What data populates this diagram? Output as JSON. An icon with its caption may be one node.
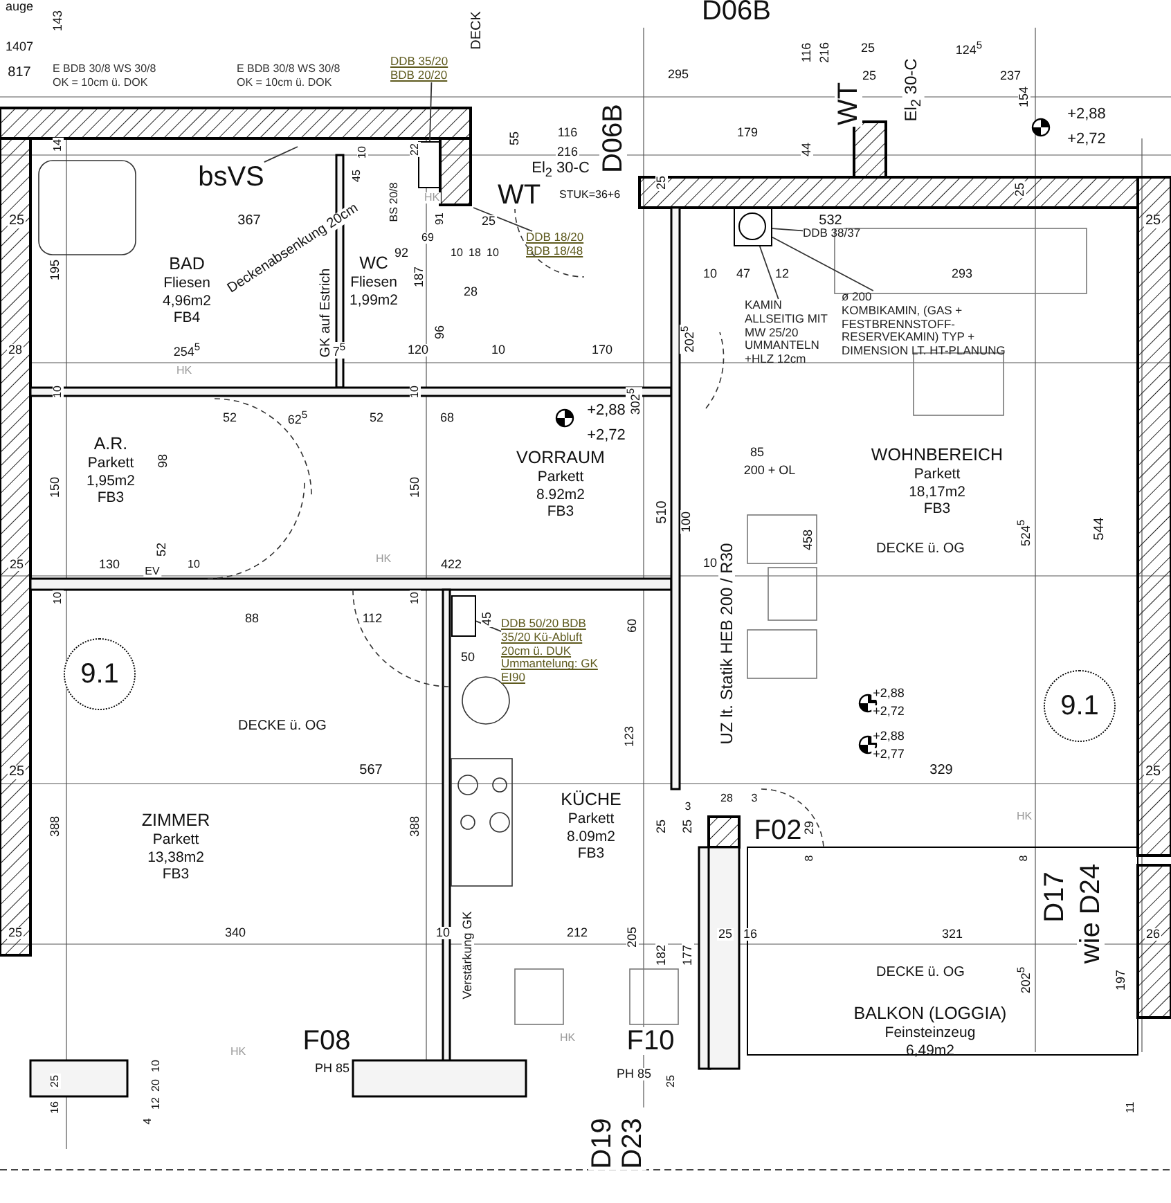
{
  "diagram": {
    "nodes": [
      {
        "text": [
          "DDB 35/20 BDB 20/20"
        ]
      },
      {
        "text": [],
        "shape": "box"
      },
      {
        "text": [
          "bsVS"
        ]
      },
      {
        "text": [
          "BAD",
          "Fliesen",
          "4,96m2",
          "FB4"
        ]
      },
      {
        "text": [
          "WC",
          "Fliesen",
          "1,99m2"
        ]
      },
      {
        "text": [
          "DDB 18/20 BDB 18/48"
        ]
      },
      {
        "text": [],
        "shape": "box"
      },
      {
        "text": [
          "DDB 38/37"
        ]
      },
      {
        "text": [
          "KAMIN ALLSEITIG MIT MW 25/20 UMMANTELN +HLZ 12cm"
        ]
      },
      {
        "text": [
          "ø 200",
          "KOMBIKAMIN, (GAS + FESTBRENNSTOFF-RESERVEKAMIN) TYP + DIMENSION LT. HT-PLANUNG"
        ]
      },
      {
        "text": [
          "A.R.",
          "Parkett",
          "1,95m2",
          "FB3"
        ]
      },
      {
        "text": [
          "VORRAUM",
          "Parkett",
          "8.92m2",
          "FB3"
        ]
      },
      {
        "text": [
          "WOHNBEREICH",
          "Parkett",
          "18,17m2",
          "FB3"
        ]
      },
      {
        "text": [
          "9.1"
        ]
      },
      {
        "text": [],
        "shape": "box"
      },
      {
        "text": [
          "DDB 50/20 BDB 35/20 Kü-Abluft 20cm ü. DUK Ummantelung: GK EI90"
        ]
      },
      {
        "text": [
          "ZIMMER",
          "Parkett",
          "13,38m2",
          "FB3"
        ]
      },
      {
        "text": [
          "KÜCHE",
          "Parkett",
          "8.09m2",
          "FB3"
        ]
      },
      {
        "text": [
          "9.1"
        ]
      },
      {
        "text": [
          "BALKON (LOGGIA)",
          "Feinsteinzeug",
          "6,49m2"
        ]
      }
    ],
    "edges": [
      {
        "from": 0,
        "to": 1,
        "arrow": "none"
      },
      {
        "from": 2,
        "to": null,
        "arrow": "none"
      },
      {
        "from": 5,
        "to": null,
        "arrow": "none"
      },
      {
        "from": 7,
        "to": 6,
        "arrow": "none"
      },
      {
        "from": 8,
        "to": 6,
        "arrow": "none"
      },
      {
        "from": 9,
        "to": 6,
        "arrow": "none"
      },
      {
        "from": 15,
        "to": 14,
        "arrow": "none"
      }
    ],
    "labels": [
      "auge",
      "143",
      "1407",
      "817",
      "E BDB 30/8 WS 30/8 OK = 10cm ü. DOK",
      "E BDB 30/8 WS 30/8 OK = 10cm ü. DOK",
      "DECK",
      "D06B",
      "116",
      "216",
      "25",
      "124$^{5}$",
      "295",
      "25",
      "237",
      "El$_{2}$ 30-C",
      "WT",
      "154",
      "+2,88",
      "55",
      "116",
      "D06B",
      "179",
      "44",
      "+2,72",
      "216",
      "El$_{2}$ 30-C",
      "WT",
      "STUK=36+6",
      "14",
      "10",
      "22",
      "45",
      "BS 20/8",
      "HK",
      "25",
      "25",
      "25",
      "367",
      "91",
      "25",
      "532",
      "25",
      "69",
      "92",
      "10",
      "18",
      "10",
      "Deckenabsenkung 20cm",
      "195",
      "10",
      "47",
      "12",
      "293",
      "187",
      "28",
      "GK auf Estrich",
      "96",
      "202$^{5}$",
      "28",
      "254$^{5}$",
      "7$^{5}$",
      "120",
      "10",
      "170",
      "HK",
      "10",
      "10",
      "302$^{5}$",
      "52",
      "62$^{5}$",
      "52",
      "68",
      "+2,88",
      "+2,72",
      "85",
      "200 + OL",
      "98",
      "150",
      "150",
      "510",
      "100",
      "524$^{5}$",
      "544",
      "458",
      "52",
      "DECKE ü. OG",
      "HK",
      "25",
      "130",
      "10",
      "422",
      "10",
      "EV",
      "10",
      "10",
      "88",
      "112",
      "45",
      "60",
      "UZ lt. Statik HEB 200 / R30",
      "50",
      "+2,88",
      "+2,72",
      "DECKE ü. OG",
      "+2,88",
      "+2,77",
      "123",
      "25",
      "567",
      "329",
      "25",
      "3",
      "28",
      "3",
      "HK",
      "388",
      "388",
      "25",
      "25",
      "F02",
      "29",
      "8",
      "8",
      "D17",
      "wie D24",
      "25",
      "340",
      "10",
      "212",
      "205",
      "25",
      "16",
      "321",
      "26",
      "Verstärkung GK",
      "182",
      "177",
      "DECKE ü. OG",
      "202$^{5}$",
      "197",
      "HK",
      "F08",
      "HK",
      "F10",
      "10",
      "PH 85",
      "PH 85",
      "25",
      "20",
      "25",
      "16",
      "12",
      "11",
      "4",
      "D19",
      "D23"
    ]
  }
}
